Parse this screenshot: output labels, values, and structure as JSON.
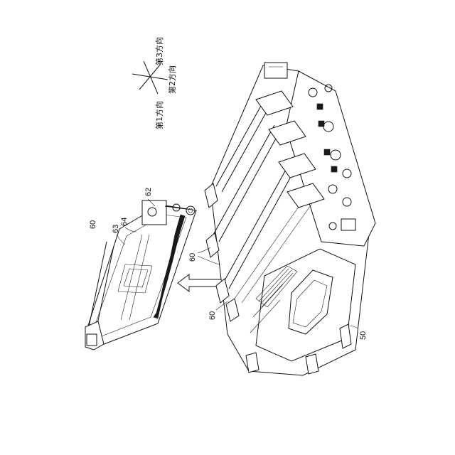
{
  "directions": {
    "first": "第1方向",
    "second": "第2方向",
    "third": "第3方向"
  },
  "labels": {
    "cartridge_a": "60",
    "part_63": "63",
    "part_64": "64",
    "part_62": "62",
    "cartridge_b": "60",
    "cartridge_c": "60",
    "unit": "50"
  }
}
